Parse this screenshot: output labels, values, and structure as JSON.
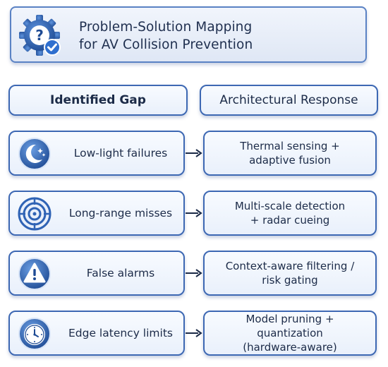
{
  "title": {
    "line1": "Problem-Solution Mapping",
    "line2": "for AV Collision Prevention",
    "icon": "gear-question-check-icon"
  },
  "headers": {
    "gap": "Identified Gap",
    "response": "Architectural Response"
  },
  "rows": [
    {
      "gap": "Low-light failures",
      "icon": "moon-stars-icon",
      "response": [
        "Thermal sensing +",
        "adaptive fusion"
      ]
    },
    {
      "gap": "Long-range misses",
      "icon": "target-crosshair-icon",
      "response": [
        "Multi-scale detection",
        "+ radar cueing"
      ]
    },
    {
      "gap": "False alarms",
      "icon": "warning-icon",
      "response": [
        "Context-aware filtering /",
        "risk gating"
      ]
    },
    {
      "gap": "Edge latency limits",
      "icon": "stopwatch-icon",
      "response": [
        "Model pruning +",
        "quantization",
        "(hardware-aware)"
      ]
    }
  ],
  "colors": {
    "border": "#3d68b3",
    "icon_dark": "#1f4b94",
    "icon_light": "#4e86d6",
    "text": "#1c2b48"
  }
}
